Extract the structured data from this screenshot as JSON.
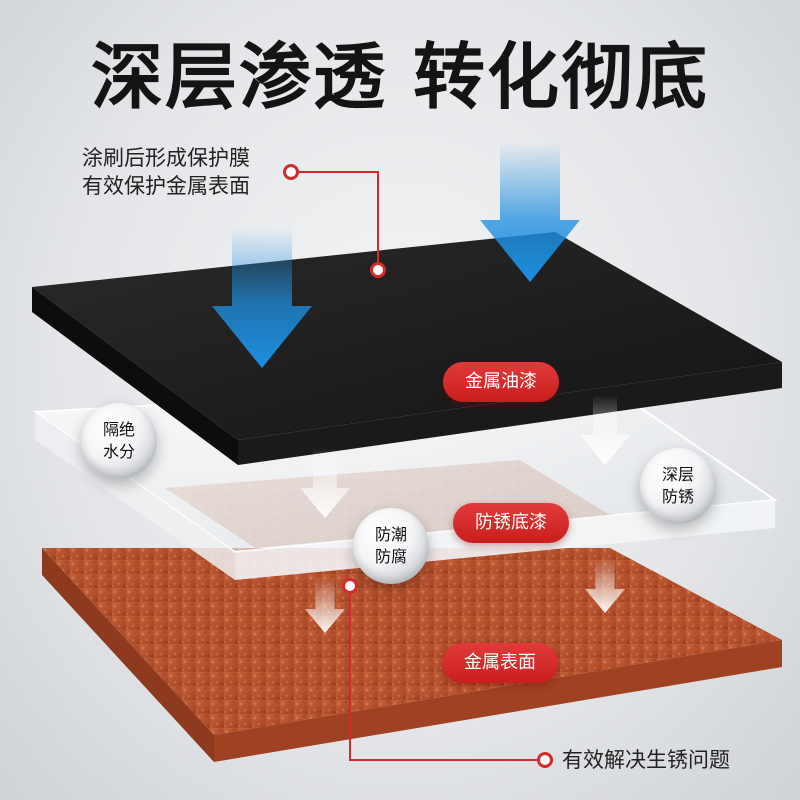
{
  "headline": {
    "part1": "深层渗透",
    "part2": "转化彻底"
  },
  "callouts": {
    "film_line1": "涂刷后形成保护膜",
    "film_line2": "有效保护金属表面",
    "rust_solution": "有效解决生锈问题"
  },
  "layers": {
    "topcoat": "金属油漆",
    "primer": "防锈底漆",
    "metal": "金属表面"
  },
  "bubbles": {
    "water_line1": "隔绝",
    "water_line2": "水分",
    "deep_line1": "深层",
    "deep_line2": "防锈",
    "moist_line1": "防潮",
    "moist_line2": "防腐"
  },
  "colors": {
    "accent_red": "#d32b2b",
    "arrow_blue": "#1e8fe0",
    "coating_black": "#1c1c1c",
    "rust": "#b5512e"
  },
  "icons": [
    "blue-arrow-icon",
    "grey-arrow-icon",
    "red-dot-marker-icon"
  ]
}
